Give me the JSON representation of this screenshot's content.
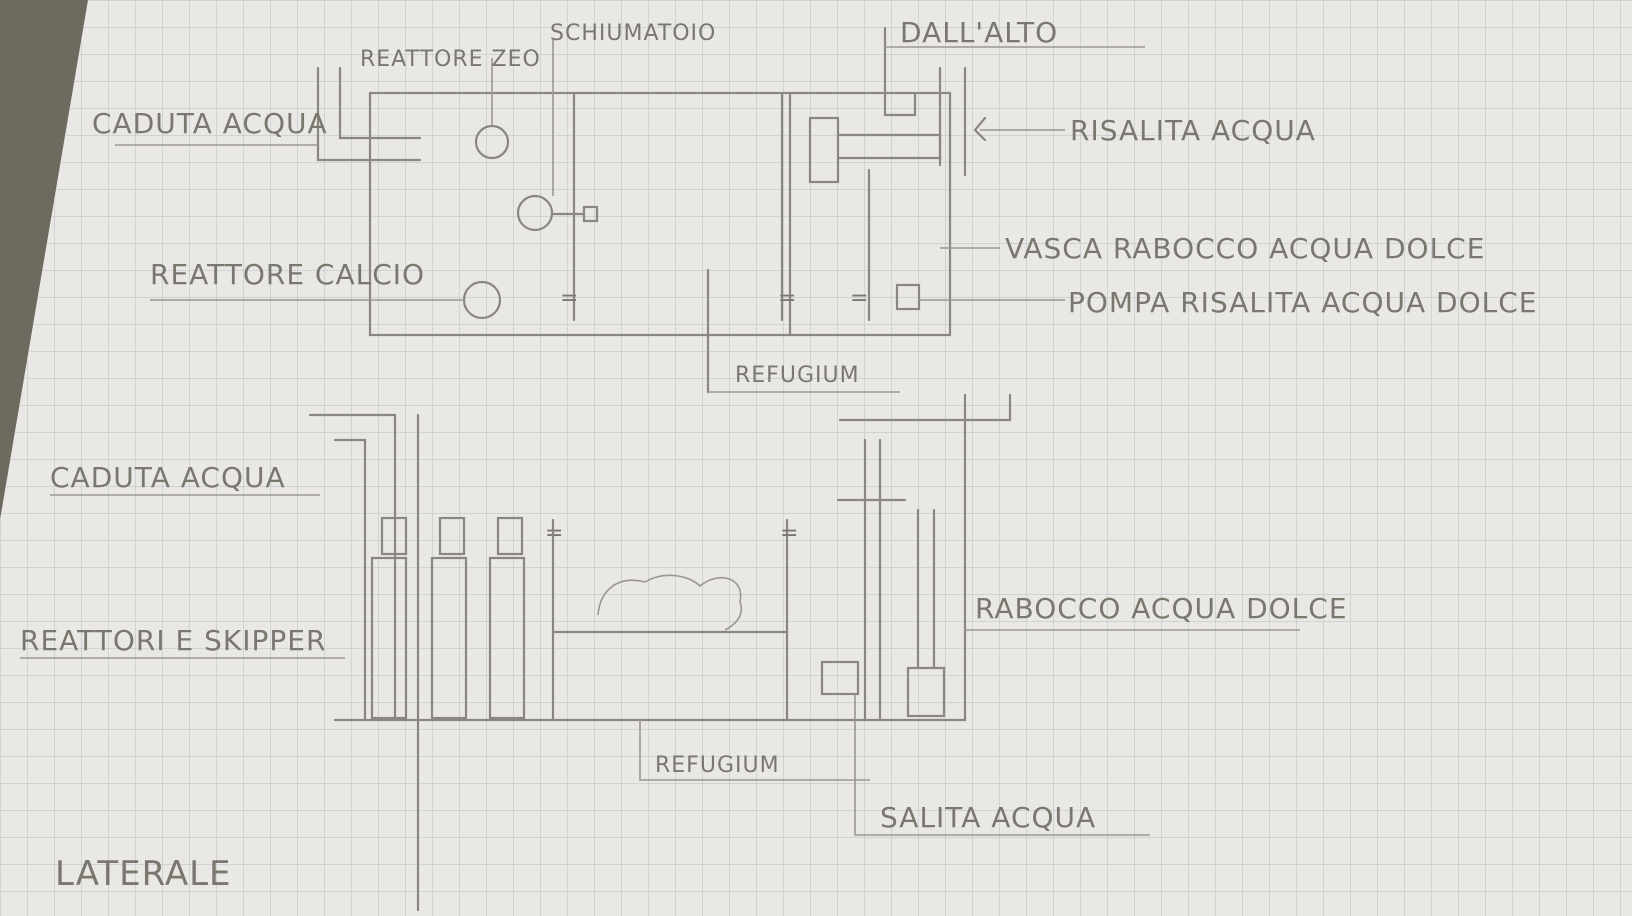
{
  "colors": {
    "background": "#6f6a60",
    "paper": "#e9e8e4",
    "grid": "#b9bcc2",
    "pencil": "#8a8780"
  },
  "labels": {
    "caduta_acqua_top": "CADUTA ACQUA",
    "reattore_zeo": "REATTORE ZEO",
    "schiumatoio": "SCHIUMATOIO",
    "dall_alto": "DALL'ALTO",
    "risalita_acqua": "RISALITA ACQUA",
    "vasca_rabocco": "VASCA RABOCCO ACQUA DOLCE",
    "reattore_calcio": "REATTORE CALCIO",
    "pompa_risalita": "POMPA RISALITA ACQUA DOLCE",
    "refugium_top": "REFUGIUM",
    "caduta_acqua_side": "CADUTA ACQUA",
    "reattori_skipper": "REATTORI E SKIPPER",
    "rabocco_acqua_dolce": "RABOCCO ACQUA DOLCE",
    "refugium_side": "REFUGIUM",
    "salita_acqua": "SALITA ACQUA",
    "laterale": "LATERALE"
  }
}
